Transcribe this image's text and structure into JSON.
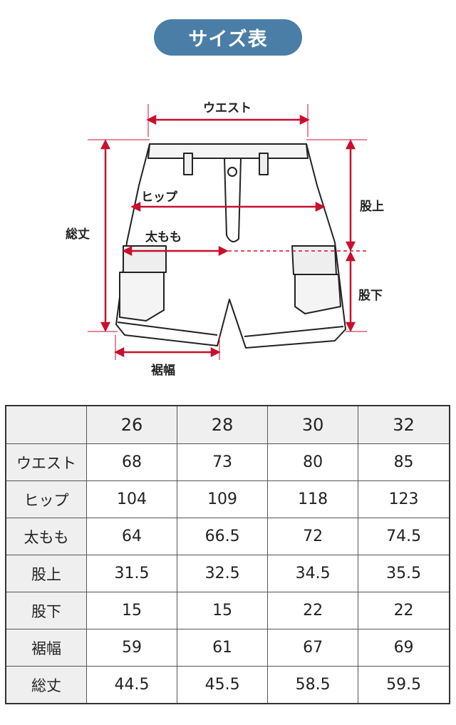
{
  "title": "サイズ表",
  "diagram": {
    "labels": {
      "waist": "ウエスト",
      "hip": "ヒップ",
      "thigh": "太もも",
      "rise": "股上",
      "inseam": "股下",
      "total_length": "総丈",
      "hem": "裾幅"
    },
    "arrow_color": "#c8102e"
  },
  "table": {
    "sizes": [
      "26",
      "28",
      "30",
      "32"
    ],
    "rows": [
      {
        "label": "ウエスト",
        "values": [
          "68",
          "73",
          "80",
          "85"
        ]
      },
      {
        "label": "ヒップ",
        "values": [
          "104",
          "109",
          "118",
          "123"
        ]
      },
      {
        "label": "太もも",
        "values": [
          "64",
          "66.5",
          "72",
          "74.5"
        ]
      },
      {
        "label": "股上",
        "values": [
          "31.5",
          "32.5",
          "34.5",
          "35.5"
        ]
      },
      {
        "label": "股下",
        "values": [
          "15",
          "15",
          "22",
          "22"
        ]
      },
      {
        "label": "裾幅",
        "values": [
          "59",
          "61",
          "67",
          "69"
        ]
      },
      {
        "label": "総丈",
        "values": [
          "44.5",
          "45.5",
          "58.5",
          "59.5"
        ]
      }
    ]
  }
}
